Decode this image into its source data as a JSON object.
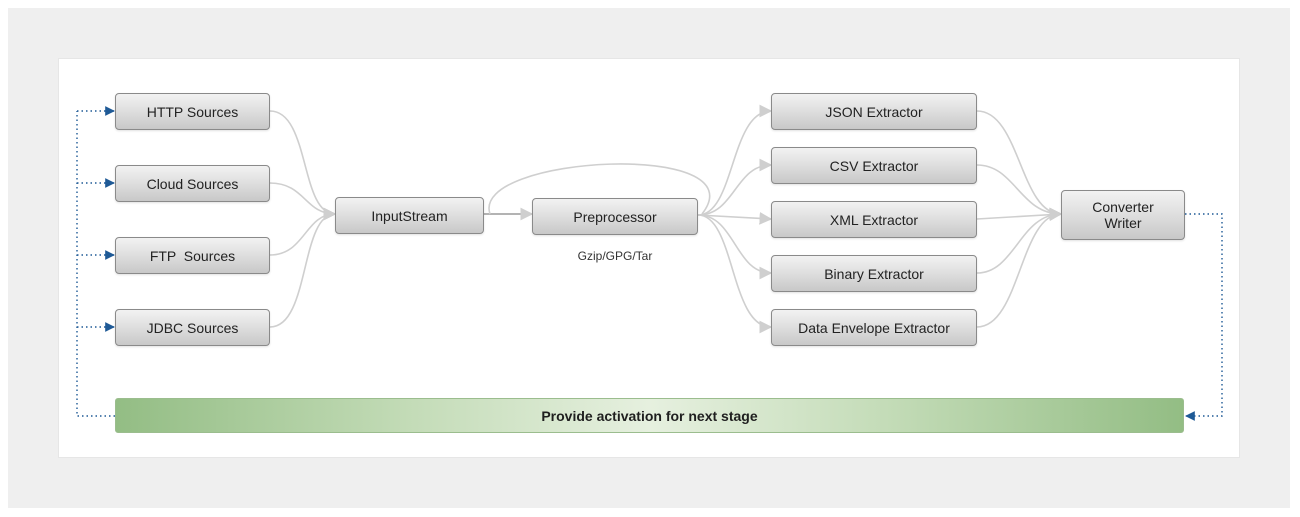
{
  "sources": [
    {
      "label": "HTTP Sources"
    },
    {
      "label": "Cloud Sources"
    },
    {
      "label": "FTP  Sources"
    },
    {
      "label": "JDBC Sources"
    }
  ],
  "input_stream": {
    "label": "InputStream"
  },
  "preprocessor": {
    "label": "Preprocessor",
    "sublabel": "Gzip/GPG/Tar"
  },
  "extractors": [
    {
      "label": "JSON Extractor"
    },
    {
      "label": "CSV Extractor"
    },
    {
      "label": "XML Extractor"
    },
    {
      "label": "Binary Extractor"
    },
    {
      "label": "Data Envelope Extractor"
    }
  ],
  "converter_writer": {
    "line1": "Converter",
    "line2": "Writer"
  },
  "activation_bar": {
    "label": "Provide activation for next stage"
  },
  "colors": {
    "connector": "#cfcfcf",
    "dotted_arrow": "#1f5a96",
    "bar_green": "#93bd84"
  }
}
